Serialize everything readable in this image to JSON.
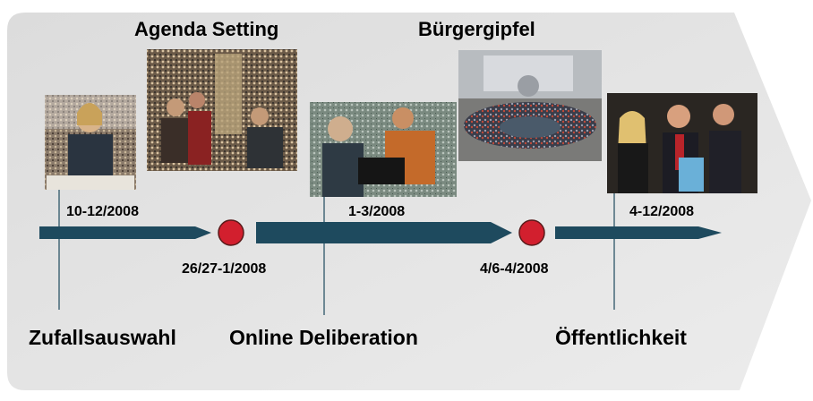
{
  "colors": {
    "background_shape": "#e8e8e8",
    "arrow": "#1e4a5e",
    "milestone": "#d21f2e",
    "connector": "#1e4a5e",
    "text": "#000000"
  },
  "timeline": {
    "titles": {
      "agenda": "Agenda Setting",
      "summit": "Bürgergipfel"
    },
    "dates": {
      "selection": "10-12/2008",
      "agenda": "26/27-1/2008",
      "online": "1-3/2008",
      "summit": "4/6-4/2008",
      "public": "4-12/2008"
    },
    "stages": {
      "selection": "Zufallsauswahl",
      "online": "Online Deliberation",
      "public": "Öffentlichkeit"
    },
    "photos": {
      "selection": "woman-on-phone-photo",
      "agenda": "group-meeting-photo",
      "online": "laptop-discussion-photo",
      "summit": "parliament-chamber-photo",
      "public": "award-ceremony-photo"
    }
  }
}
